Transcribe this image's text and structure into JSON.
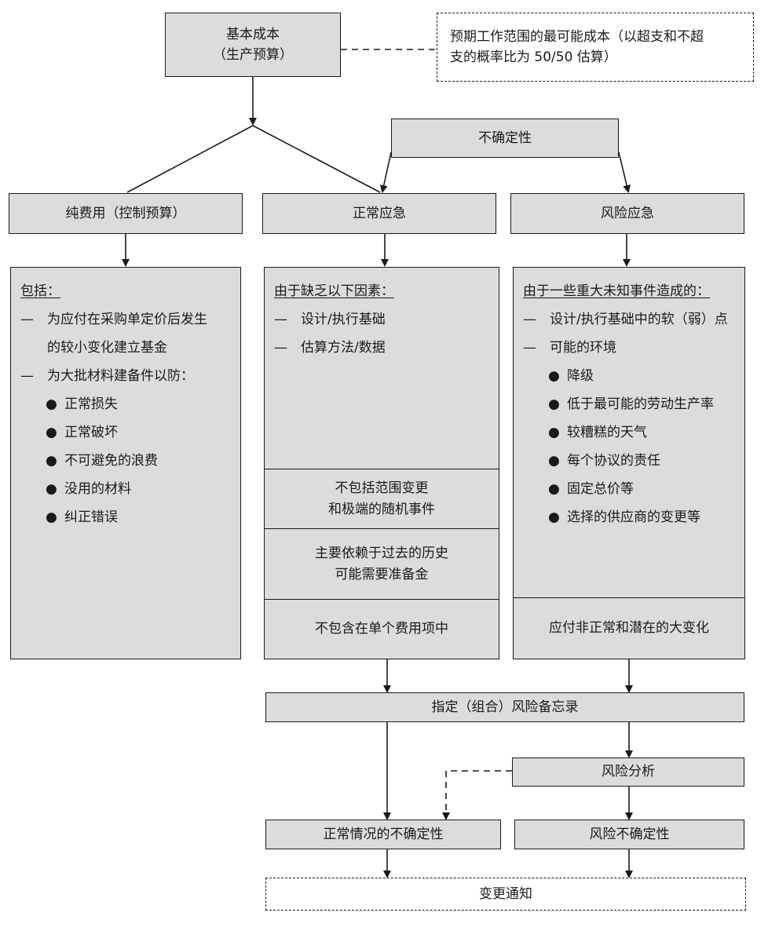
{
  "base_cost": {
    "line1": "基本成本",
    "line2": "（生产预算）"
  },
  "base_note": {
    "line1": "预期工作范围的最可能成本（以超支和不超",
    "line2": "支的概率比为 50/50 估算）"
  },
  "uncertainty": "不确定性",
  "net_cost": {
    "title": "纯费用（控制预算）",
    "heading": "包括：",
    "dash1": "为应付在采购单定价后发生",
    "dash1_cont": "的较小变化建立基金",
    "dash2": "为大批材料建备件以防：",
    "bullets": [
      "正常损失",
      "正常破坏",
      "不可避免的浪费",
      "没用的材料",
      "纠正错误"
    ]
  },
  "normal_contingency": {
    "title": "正常应急",
    "heading": "由于缺乏以下因素：",
    "dashes": [
      "设计/执行基础",
      "估算方法/数据"
    ],
    "note1": {
      "line1": "不包括范围变更",
      "line2": "和极端的随机事件"
    },
    "note2": {
      "line1": "主要依赖于过去的历史",
      "line2": "可能需要准备金"
    },
    "note3": "不包含在单个费用项中"
  },
  "risk_contingency": {
    "title": "风险应急",
    "heading": "由于一些重大未知事件造成的：",
    "dashes": [
      "设计/执行基础中的软（弱）点",
      "可能的环境"
    ],
    "bullets": [
      "降级",
      "低于最可能的劳动生产率",
      "较糟糕的天气",
      "每个协议的责任",
      "固定总价等",
      "选择的供应商的变更等"
    ],
    "note": "应付非正常和潜在的大变化"
  },
  "risk_memo": "指定（组合）风险备忘录",
  "risk_analysis": "风险分析",
  "normal_uncertainty": "正常情况的不确定性",
  "risk_uncertainty": "风险不确定性",
  "change_notice": "变更通知",
  "dash_mark": "—",
  "bullet_mark": "●"
}
